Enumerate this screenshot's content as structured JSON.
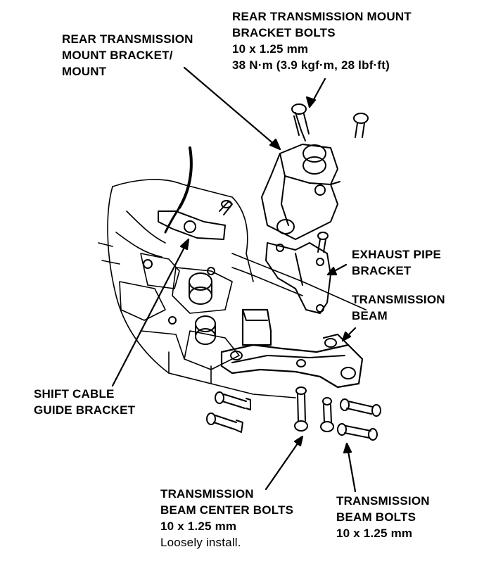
{
  "labels": {
    "rear_bolts": {
      "line1": "REAR TRANSMISSION MOUNT",
      "line2": "BRACKET BOLTS",
      "line3": "10 x 1.25 mm",
      "line4": "38 N·m (3.9 kgf·m, 28 lbf·ft)"
    },
    "rear_mount": {
      "line1": "REAR TRANSMISSION",
      "line2": "MOUNT BRACKET/",
      "line3": "MOUNT"
    },
    "exhaust_bracket": {
      "line1": "EXHAUST PIPE",
      "line2": "BRACKET"
    },
    "trans_beam": {
      "line1": "TRANSMISSION",
      "line2": "BEAM"
    },
    "shift_cable": {
      "line1": "SHIFT CABLE",
      "line2": "GUIDE BRACKET"
    },
    "center_bolts": {
      "line1": "TRANSMISSION",
      "line2": "BEAM CENTER BOLTS",
      "line3": "10 x 1.25 mm",
      "line4": "Loosely install."
    },
    "beam_bolts": {
      "line1": "TRANSMISSION",
      "line2": "BEAM BOLTS",
      "line3": "10 x 1.25 mm"
    }
  }
}
